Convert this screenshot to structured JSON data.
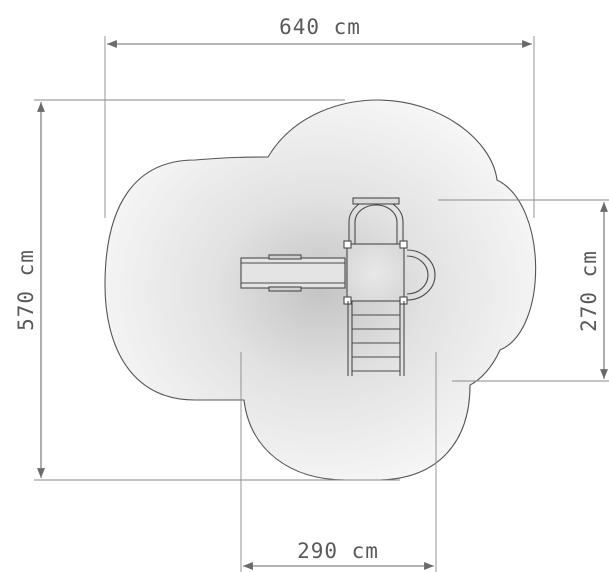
{
  "diagram": {
    "dimensions": {
      "width_total": "640 cm",
      "height_total": "570 cm",
      "height_right": "270 cm",
      "width_bottom": "290 cm"
    },
    "colors": {
      "zone_fill_center": "#bdbdbd",
      "zone_fill_edge": "#f6f6f6",
      "line": "#6a6a6a",
      "text": "#5a5a5a"
    }
  }
}
